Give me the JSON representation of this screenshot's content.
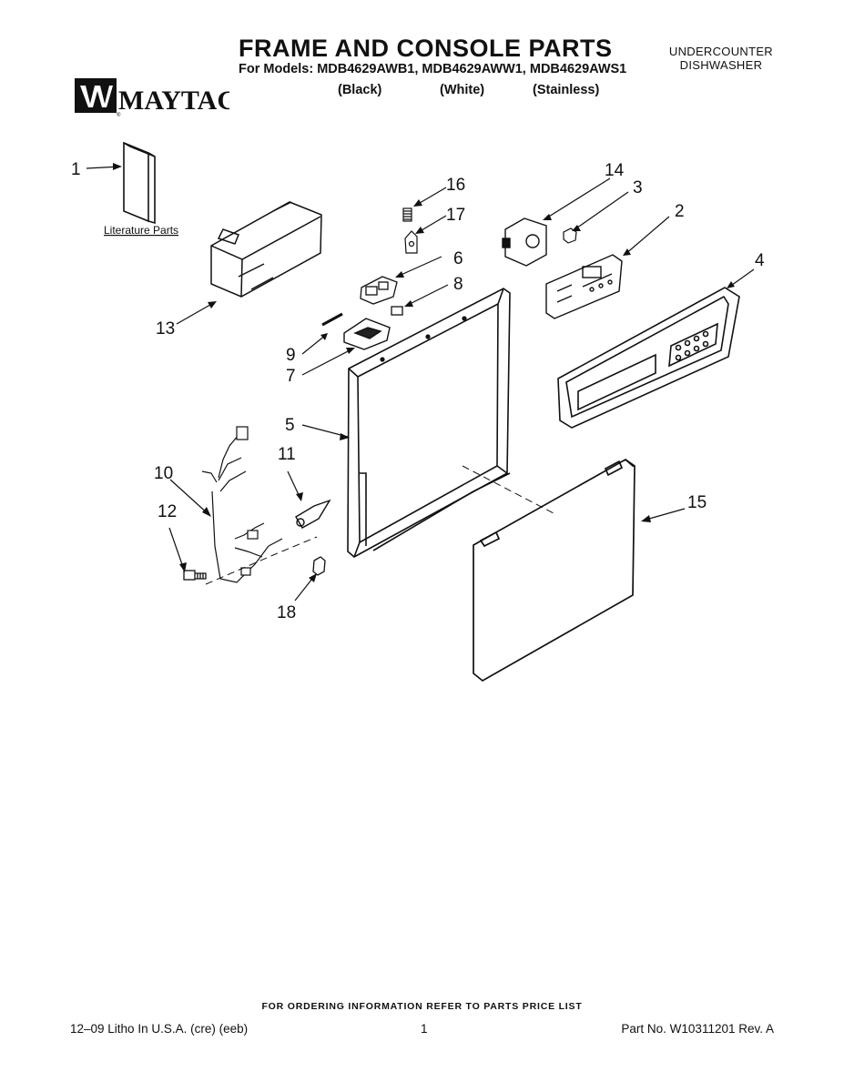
{
  "header": {
    "title": "FRAME AND CONSOLE PARTS",
    "models": "For Models: MDB4629AWB1, MDB4629AWW1, MDB4629AWS1",
    "colors": [
      "(Black)",
      "(White)",
      "(Stainless)"
    ],
    "category_line1": "UNDERCOUNTER",
    "category_line2": "DISHWASHER",
    "brand": "MAYTAG"
  },
  "diagram": {
    "literature_label": "Literature Parts",
    "callouts": [
      "1",
      "2",
      "3",
      "4",
      "5",
      "6",
      "7",
      "8",
      "9",
      "10",
      "11",
      "12",
      "13",
      "14",
      "15",
      "16",
      "17",
      "18"
    ]
  },
  "footer": {
    "ordering_note": "FOR ORDERING INFORMATION REFER TO PARTS PRICE LIST",
    "litho": "12–09 Litho In U.S.A. (cre) (eeb)",
    "page_number": "1",
    "part_number": "Part No. W10311201 Rev. A"
  }
}
